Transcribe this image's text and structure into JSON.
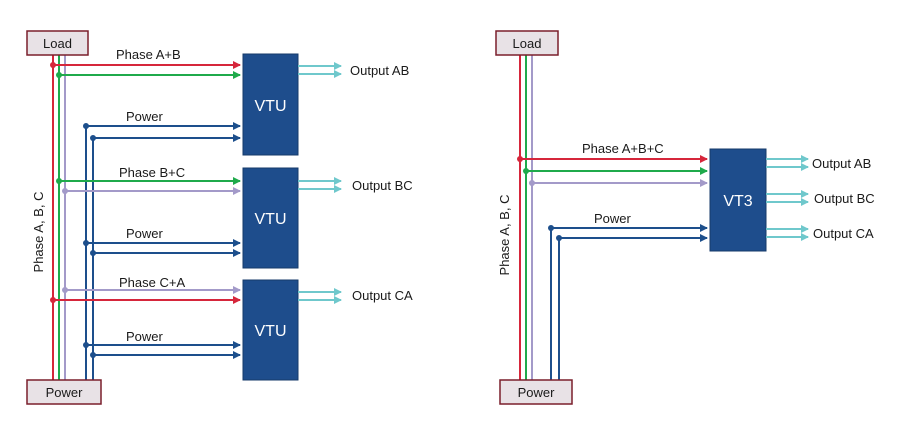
{
  "colors": {
    "red": "#d6263b",
    "green": "#1faa4b",
    "purple": "#a39ac9",
    "blue": "#1d4f8c",
    "cyan": "#6fc8cc",
    "unit_fill": "#1e4d8c",
    "box_fill": "#e8e2e6",
    "box_border": "#7a1f2b"
  },
  "left": {
    "load": "Load",
    "power": "Power",
    "phase_label": "Phase A, B, C",
    "units": [
      {
        "name": "VTU",
        "input_label": "Phase A+B",
        "power_label": "Power",
        "output": "Output AB"
      },
      {
        "name": "VTU",
        "input_label": "Phase B+C",
        "power_label": "Power",
        "output": "Output BC"
      },
      {
        "name": "VTU",
        "input_label": "Phase C+A",
        "power_label": "Power",
        "output": "Output CA"
      }
    ]
  },
  "right": {
    "load": "Load",
    "power_box": "Power",
    "phase_label": "Phase A, B, C",
    "unit": "VT3",
    "input_label": "Phase A+B+C",
    "power_label": "Power",
    "outputs": [
      "Output AB",
      "Output BC",
      "Output CA"
    ]
  }
}
